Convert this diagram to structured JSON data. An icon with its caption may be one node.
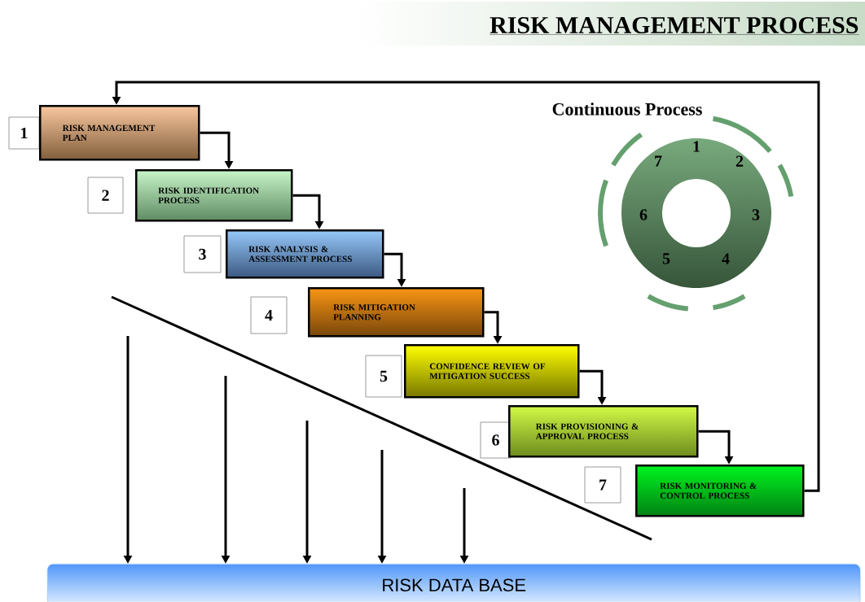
{
  "diagram": {
    "title": "RISK MANAGEMENT PROCESS",
    "nodes": [
      {
        "text": [
          "RISK MANAGEMENT PLAN"
        ]
      },
      {
        "text": [
          "RISK IDENTIFICATION PROCESS"
        ]
      },
      {
        "text": [
          "RISK ANALYSIS & ASSESSMENT PROCESS"
        ]
      },
      {
        "text": [
          "RISK MITIGATION PLANNING"
        ]
      },
      {
        "text": [
          "CONFIDENCE REVIEW OF MITIGATION SUCCESS"
        ]
      },
      {
        "text": [
          "RISK PROVISIONING & APPROVAL PROCESS"
        ]
      },
      {
        "text": [
          "RISK MONITORING & CONTROL PROCESS"
        ]
      },
      {
        "text": [
          "1"
        ]
      },
      {
        "text": [
          "2"
        ]
      },
      {
        "text": [
          "3"
        ]
      },
      {
        "text": [
          "4"
        ]
      },
      {
        "text": [
          "5"
        ]
      },
      {
        "text": [
          "6"
        ]
      },
      {
        "text": [
          "7"
        ]
      },
      {
        "text": [
          "RISK DATA BASE"
        ]
      }
    ],
    "edges": [
      {
        "from": 0,
        "to": 1,
        "arrow": "to"
      },
      {
        "from": 1,
        "to": 2,
        "arrow": "to"
      },
      {
        "from": 2,
        "to": 3,
        "arrow": "to"
      },
      {
        "from": 3,
        "to": 4,
        "arrow": "to"
      },
      {
        "from": 4,
        "to": 5,
        "arrow": "to"
      },
      {
        "from": 5,
        "to": 6,
        "arrow": "to"
      },
      {
        "from": 6,
        "to": 0,
        "arrow": "to"
      },
      {
        "from": null,
        "to": 14,
        "arrow": "to"
      },
      {
        "from": null,
        "to": 14,
        "arrow": "to"
      },
      {
        "from": null,
        "to": 14,
        "arrow": "to"
      },
      {
        "from": null,
        "to": 14,
        "arrow": "to"
      },
      {
        "from": null,
        "to": 14,
        "arrow": "to"
      }
    ],
    "labels": [
      "Continuous Process",
      "1",
      "7",
      "2",
      "6",
      "3",
      "5",
      "4"
    ]
  }
}
